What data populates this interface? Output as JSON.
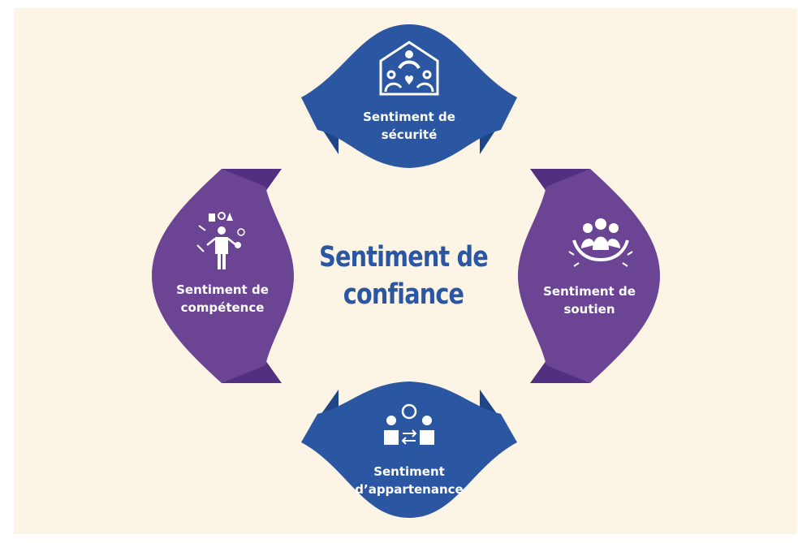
{
  "center": {
    "line1": "Sentiment de",
    "line2": "confiance"
  },
  "petals": {
    "top": {
      "line1": "Sentiment de",
      "line2": "sécurité",
      "icon": "family-house-icon"
    },
    "right": {
      "line1": "Sentiment de",
      "line2": "soutien",
      "icon": "support-hands-icon"
    },
    "bottom": {
      "line1": "Sentiment",
      "line2": "d’appartenance",
      "icon": "belonging-people-icon"
    },
    "left": {
      "line1": "Sentiment de",
      "line2": "compétence",
      "icon": "competence-person-icon"
    }
  },
  "colors": {
    "background": "#fcf5e5",
    "blue": "#2b57a2",
    "blue_dark": "#1e4587",
    "purple": "#6b4594",
    "purple_dark": "#532f7f",
    "center_text": "#2b57a2"
  }
}
